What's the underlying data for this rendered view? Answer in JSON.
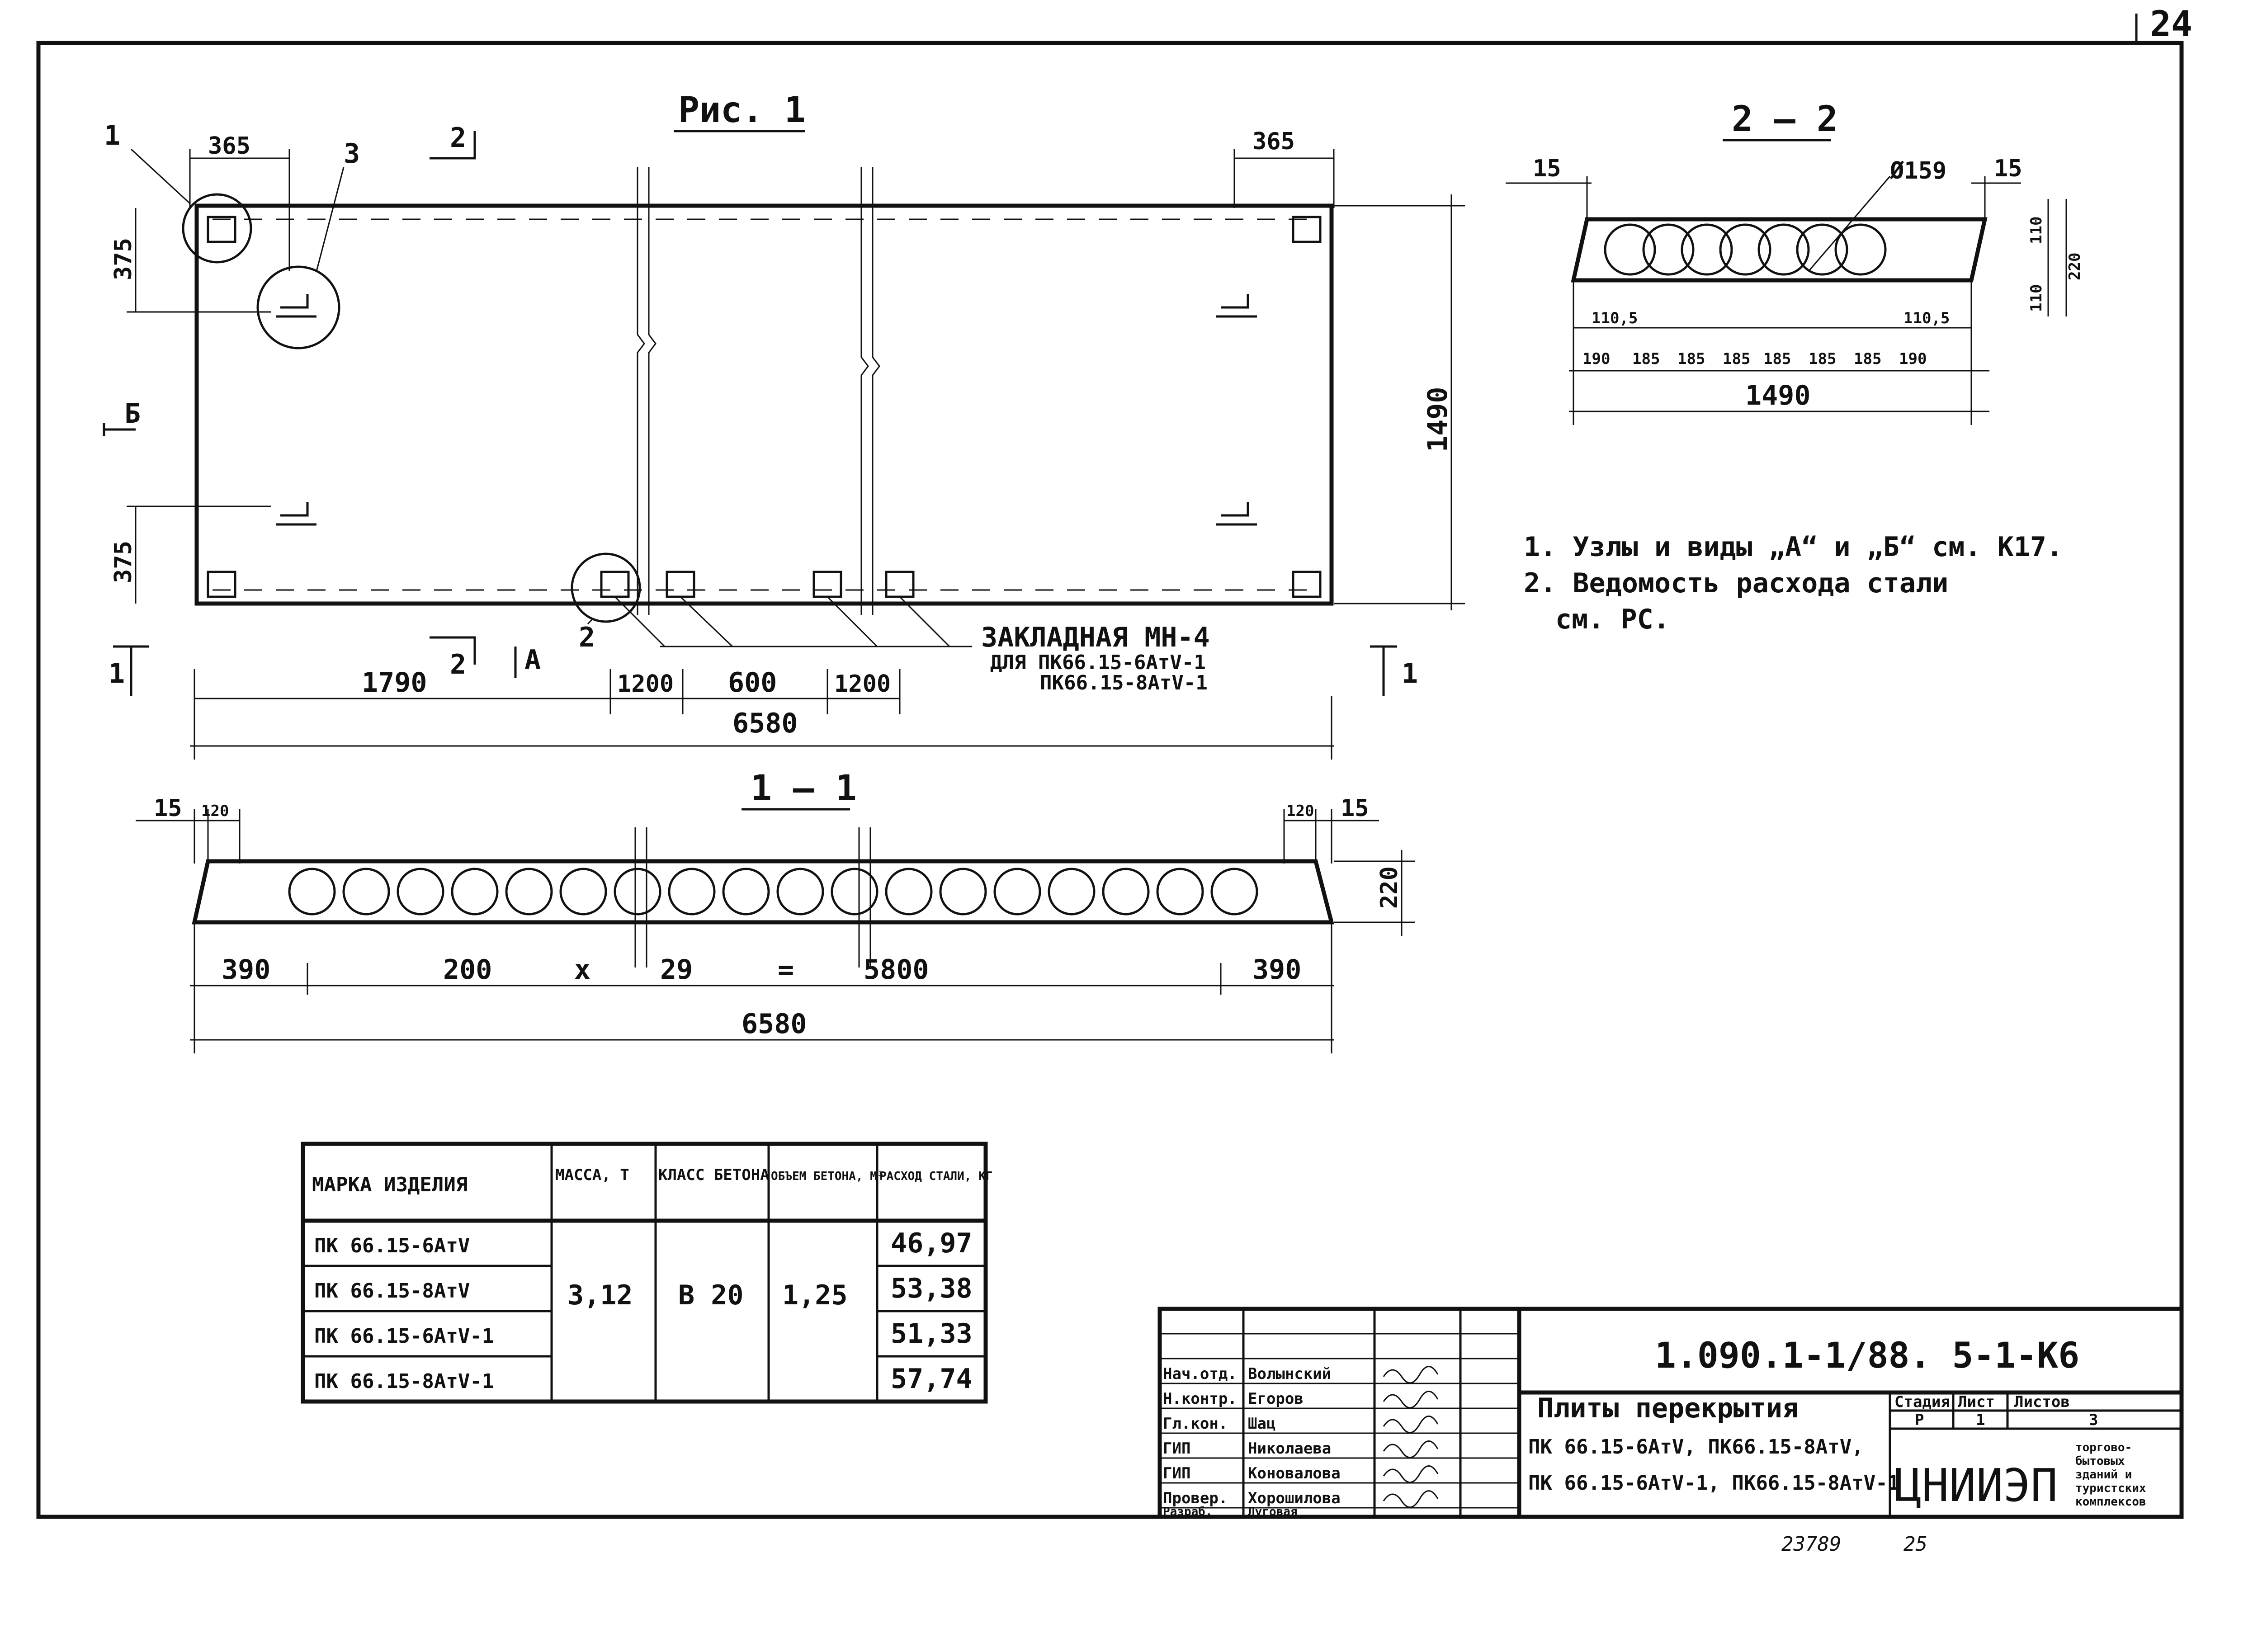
{
  "sheet_number": "24",
  "figure_title": "Рис. 1",
  "section_22_title": "2 – 2",
  "section_11_title": "1 – 1",
  "plan": {
    "dim_365_left": "365",
    "dim_365_right": "365",
    "dim_375_top": "375",
    "dim_375_bottom": "375",
    "dim_1490": "1490",
    "dim_1790": "1790",
    "dim_1200_a": "1200",
    "dim_600": "600",
    "dim_1200_b": "1200",
    "dim_6580": "6580",
    "callout_1": "1",
    "callout_2": "2",
    "callout_3": "3",
    "cut_2_top": "2",
    "cut_2_bottom": "2",
    "cut_1_left": "1",
    "cut_1_right": "1",
    "view_b": "Б",
    "view_a": "А",
    "embed_label": "ЗАКЛАДНАЯ МН-4",
    "embed_for": "ДЛЯ ПК66.15-6АтV-1",
    "embed_for2": "ПК66.15-8АтV-1"
  },
  "section22": {
    "dim_15_left": "15",
    "dim_15_right": "15",
    "diameter": "Ø159",
    "dim_110_top": "110",
    "dim_220": "220",
    "dim_110_bottom": "110",
    "dim_1105_left": "110,5",
    "dim_1105_right": "110,5",
    "spacings": [
      "190",
      "185",
      "185",
      "185",
      "185",
      "185",
      "185",
      "190"
    ],
    "dim_1490": "1490"
  },
  "section11": {
    "dim_15_left": "15",
    "dim_120_left": "120",
    "dim_120_right": "120",
    "dim_15_right": "15",
    "dim_220": "220",
    "dim_390_left": "390",
    "dim_200": "200",
    "times": "x",
    "dim_29": "29",
    "equals": "=",
    "dim_5800": "5800",
    "dim_390_right": "390",
    "dim_6580": "6580"
  },
  "notes": [
    "1. Узлы и виды „А“ и „Б“ см. К17.",
    "2. Ведомость расхода стали",
    "см. РС."
  ],
  "spec_table": {
    "headers": [
      "МАРКА ИЗДЕЛИЯ",
      "МАССА, Т",
      "КЛАСС БЕТОНА",
      "ОБЪЕМ БЕТОНА, М³",
      "РАСХОД СТАЛИ, КГ"
    ],
    "rows": [
      {
        "mark": "ПК 66.15-6АтV",
        "steel": "46,97"
      },
      {
        "mark": "ПК 66.15-8АтV",
        "steel": "53,38"
      },
      {
        "mark": "ПК 66.15-6АтV-1",
        "steel": "51,33"
      },
      {
        "mark": "ПК 66.15-8АтV-1",
        "steel": "57,74"
      }
    ],
    "mass": "3,12",
    "concrete_class": "В 20",
    "volume": "1,25"
  },
  "title_block": {
    "designation": "1.090.1-1/88. 5-1-К6",
    "product_title": "Плиты перекрытия",
    "product_line1": "ПК 66.15-6АтV, ПК66.15-8АтV,",
    "product_line2": "ПК 66.15-6АтV-1, ПК66.15-8АтV-1",
    "stage_header": "Стадия",
    "sheet_header": "Лист",
    "sheets_header": "Листов",
    "stage": "Р",
    "sheet": "1",
    "sheets": "3",
    "org": "ЦНИИЭП",
    "org_desc": [
      "торгово-",
      "бытовых",
      "зданий и",
      "туристских",
      "комплексов"
    ],
    "staff": [
      {
        "role": "Нач.отд.",
        "name": "Волынский"
      },
      {
        "role": "Н.контр.",
        "name": "Егоров"
      },
      {
        "role": "Гл.кон.",
        "name": "Шац"
      },
      {
        "role": "ГИП",
        "name": "Николаева"
      },
      {
        "role": "ГИП",
        "name": "Коновалова"
      },
      {
        "role": "Провер.",
        "name": "Хорошилова"
      },
      {
        "role": "Разраб.",
        "name": "Луговая"
      }
    ],
    "stamp_number": "23789",
    "stamp_suffix": "25"
  }
}
